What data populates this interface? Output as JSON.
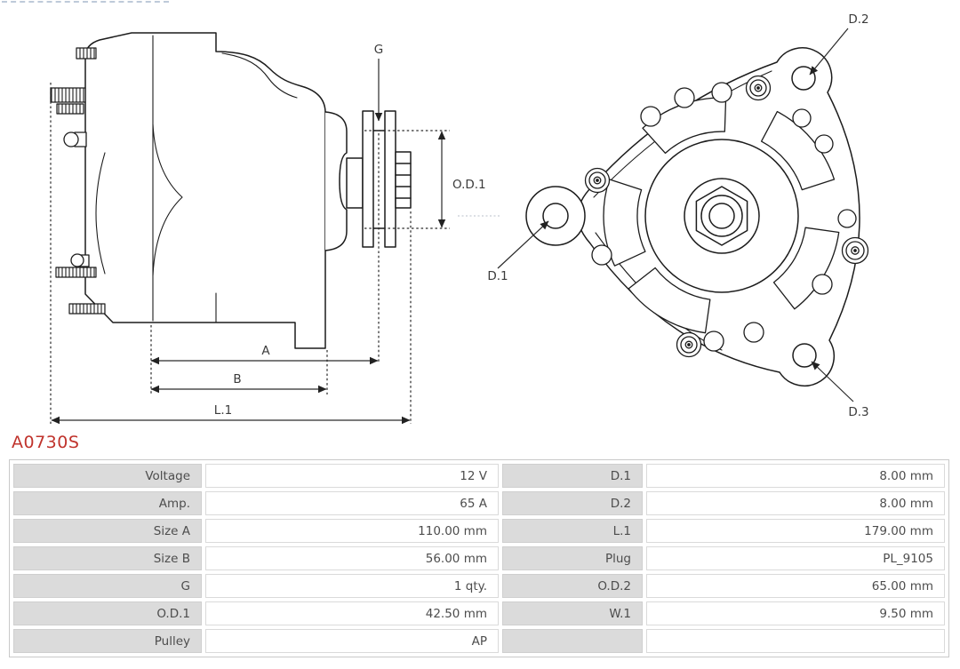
{
  "part_number": "A0730S",
  "accent_color": "#c0332c",
  "diagram": {
    "side_view_labels": {
      "g": "G",
      "od1": "O.D.1",
      "a": "A",
      "b": "B",
      "l1": "L.1"
    },
    "rear_view_labels": {
      "d1": "D.1",
      "d2": "D.2",
      "d3": "D.3"
    }
  },
  "spec_table": {
    "rows": [
      {
        "label": "Voltage",
        "value": "12 V",
        "label2": "D.1",
        "value2": "8.00 mm"
      },
      {
        "label": "Amp.",
        "value": "65 A",
        "label2": "D.2",
        "value2": "8.00 mm"
      },
      {
        "label": "Size A",
        "value": "110.00 mm",
        "label2": "L.1",
        "value2": "179.00 mm"
      },
      {
        "label": "Size B",
        "value": "56.00 mm",
        "label2": "Plug",
        "value2": "PL_9105"
      },
      {
        "label": "G",
        "value": "1 qty.",
        "label2": "O.D.2",
        "value2": "65.00 mm"
      },
      {
        "label": "O.D.1",
        "value": "42.50 mm",
        "label2": "W.1",
        "value2": "9.50 mm"
      },
      {
        "label": "Pulley",
        "value": "AP",
        "label2": "",
        "value2": ""
      }
    ]
  }
}
